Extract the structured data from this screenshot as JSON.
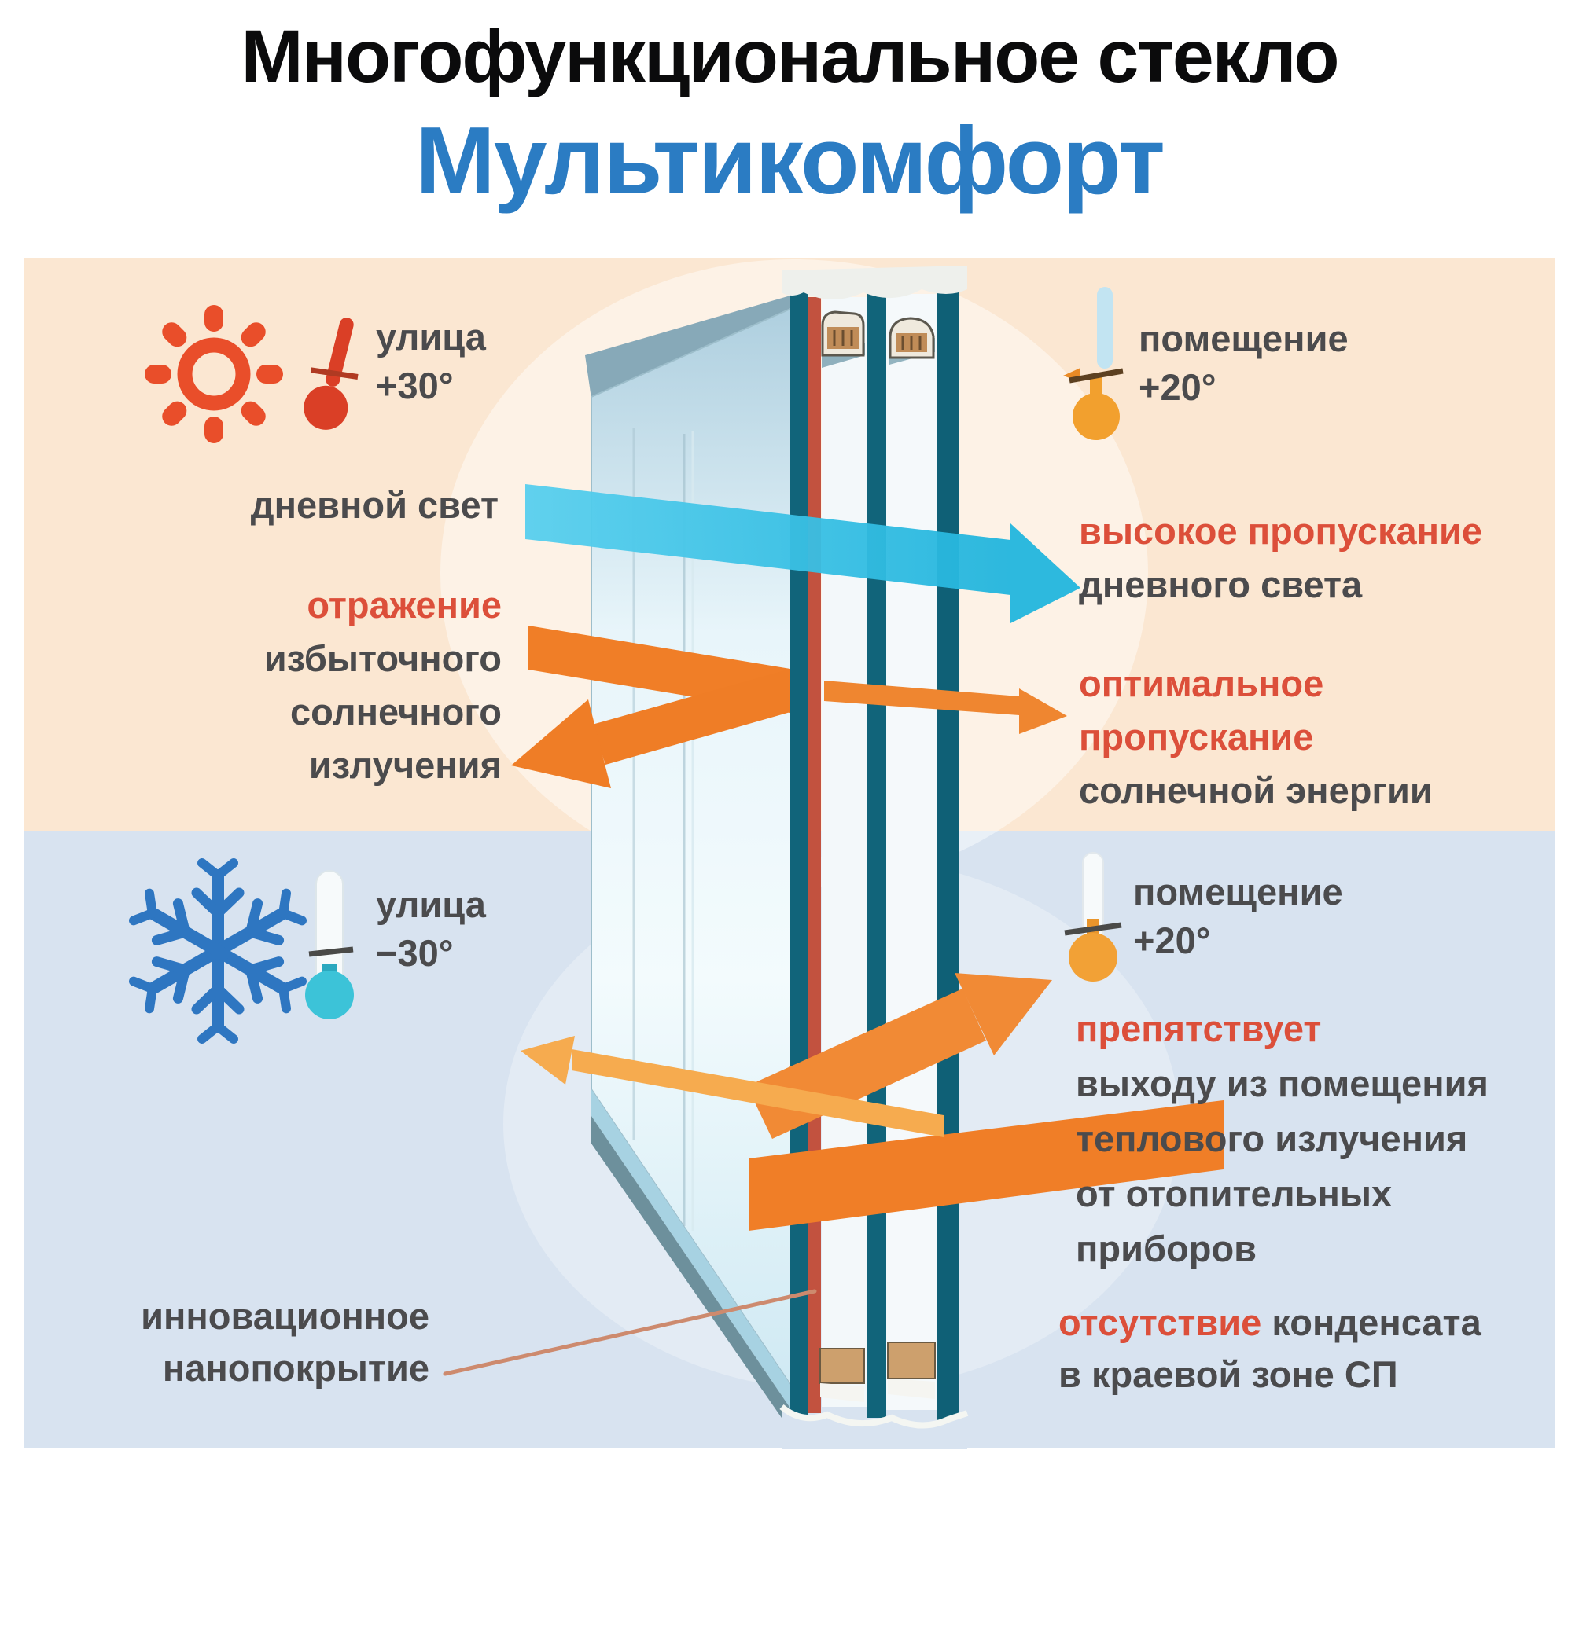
{
  "title": {
    "line1": "Многофункциональное стекло",
    "line2": "Мультикомфорт"
  },
  "summer": {
    "street_label": "улица",
    "street_temp": "+30°",
    "daylight_label": "дневной свет",
    "reflection": {
      "l1": "отражение",
      "l2": "избыточного",
      "l3": "солнечного",
      "l4": "излучения"
    },
    "room_label": "помещение",
    "room_temp": "+20°",
    "daylight_pass": {
      "l1": "высокое пропускание",
      "l2": "дневного света"
    },
    "solar_pass": {
      "l1": "оптимальное",
      "l2": "пропускание",
      "l3": "солнечной энергии"
    }
  },
  "winter": {
    "street_label": "улица",
    "street_temp": "−30°",
    "room_label": "помещение",
    "room_temp": "+20°",
    "prevent": {
      "l1": "препятствует",
      "l2": "выходу из помещения",
      "l3": "теплового излучения",
      "l4": "от отопительных",
      "l5": "приборов"
    },
    "condensate": {
      "red": "отсутствие",
      "rest": " конденсата",
      "l2": "в краевой зоне СП"
    }
  },
  "coating": {
    "l1": "инновационное",
    "l2": "нанопокрытие"
  },
  "icons": [
    "sun-icon",
    "thermometer-street-summer-icon",
    "snowflake-icon",
    "thermometer-street-winter-icon",
    "thermometer-room-summer-icon",
    "thermometer-room-winter-icon"
  ],
  "colors": {
    "accent_blue": "#2b7cc3",
    "text_dark": "#4b4b4d",
    "text_red": "#dc4f3a",
    "bg_summer": "#fbe7d2",
    "bg_winter": "#d8e3f0",
    "glass_teal": "#11647a",
    "coating_red": "#c2523f",
    "arrow_orange": "#f07e27",
    "arrow_yellow": "#f6ab4f",
    "arrow_cyan": "#35c1e4",
    "sun_red": "#e94e2a",
    "snowflake_blue": "#2e76c1"
  }
}
